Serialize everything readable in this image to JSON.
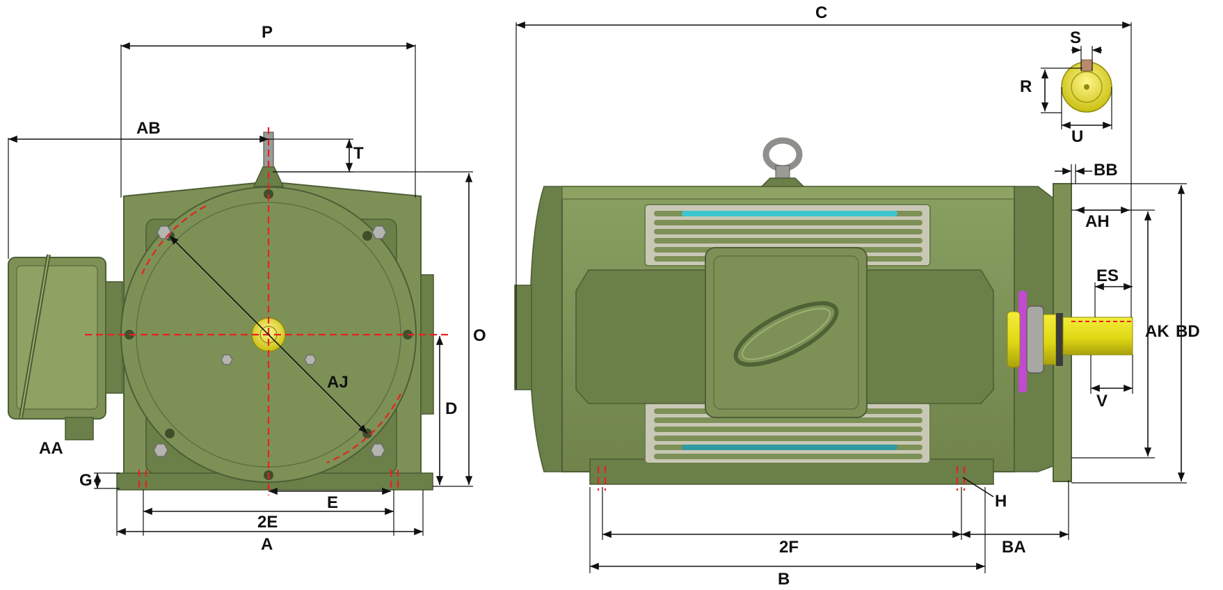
{
  "labels": {
    "P": "P",
    "AB": "AB",
    "T": "T",
    "O": "O",
    "AJ": "AJ",
    "D": "D",
    "AA": "AA",
    "G": "G",
    "E": "E",
    "twoE": "2E",
    "A": "A",
    "C": "C",
    "S": "S",
    "R": "R",
    "U": "U",
    "BB": "BB",
    "AH": "AH",
    "ES": "ES",
    "AK": "AK",
    "BD": "BD",
    "V": "V",
    "H": "H",
    "twoF": "2F",
    "BA": "BA",
    "B": "B"
  },
  "colors": {
    "motor_body": "#7d9157",
    "motor_dark": "#6b7f49",
    "centerline": "#e8211f",
    "shaft": "#e6e01c",
    "fan_magenta": "#c04bd1",
    "vent_cyan": "#3ec6cf",
    "dimension_lines": "#111111"
  },
  "icons": {
    "lifting_eye": "eyebolt-icon",
    "terminal_box": "terminal-box-icon",
    "shaft_key_view": "shaft-end-icon",
    "logo_emblem": "oval-emblem-icon"
  }
}
